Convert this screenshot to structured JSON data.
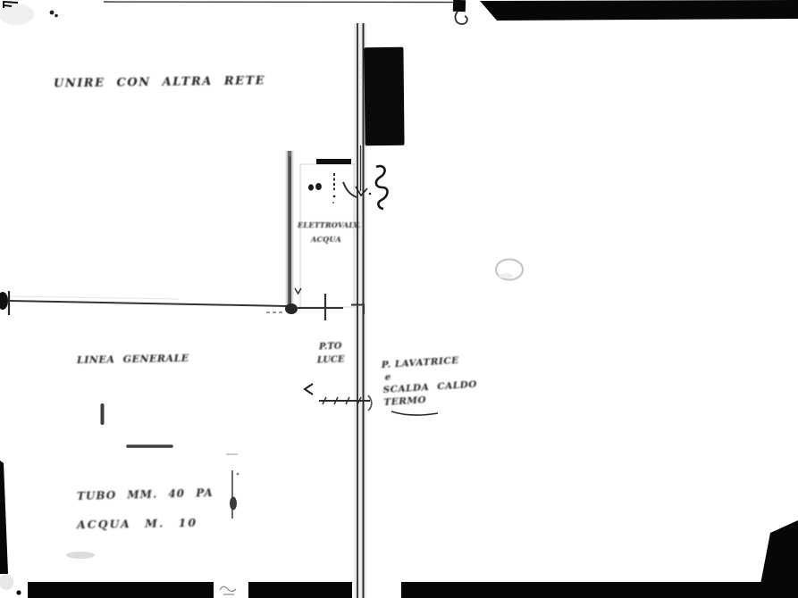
{
  "labels": {
    "top_note": "UNIRE CON ALTRA RETE",
    "main_line": "LINEA GENERALE",
    "meter_box": {
      "line1": "ELETTROVALV.",
      "line2": "ACQUA"
    },
    "light_point": {
      "line1": "P.TO",
      "line2": "LUCE"
    },
    "right_note": {
      "line1": "P. LAVATRICE",
      "line2": "e",
      "line3": "SCALDA CALDO",
      "line4": "TERMO"
    },
    "bottom_note": {
      "line1": "TUBO MM. 40 PA",
      "line2": "ACQUA M. 10"
    }
  },
  "colors": {
    "paper": "#ffffff",
    "ink": "#1b1b1b",
    "pencil": "#5a5a5a",
    "faint": "#c6c6c6",
    "scan_border": "#070707"
  }
}
